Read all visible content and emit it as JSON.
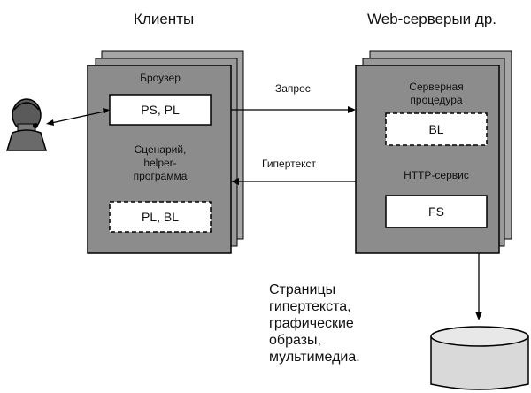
{
  "headers": {
    "clients": "Клиенты",
    "servers": "Web-серверыи др."
  },
  "client_box": {
    "browser_label": "Броузер",
    "browser_content": "PS, PL",
    "script_label": "Сценарий, helper-программа",
    "script_content": "PL, BL"
  },
  "server_box": {
    "procedure_label": "Серверная процедура",
    "procedure_content": "BL",
    "http_label": "HTTP-сервис",
    "http_content": "FS"
  },
  "arrows": {
    "request": "Запрос",
    "hypertext": "Гипертекст"
  },
  "pages_text": [
    "Страницы",
    "гипертекста,",
    "графические",
    "образы,",
    "мультимедиа."
  ],
  "colors": {
    "panel": "#8c8c8c",
    "panel_shadow": "#5f5f5f",
    "panel_back": "#a6a6a6",
    "box": "#ffffff",
    "line": "#000000",
    "database": "#d9d9d9"
  },
  "icons": {
    "user": "user-icon",
    "database": "database-icon"
  }
}
